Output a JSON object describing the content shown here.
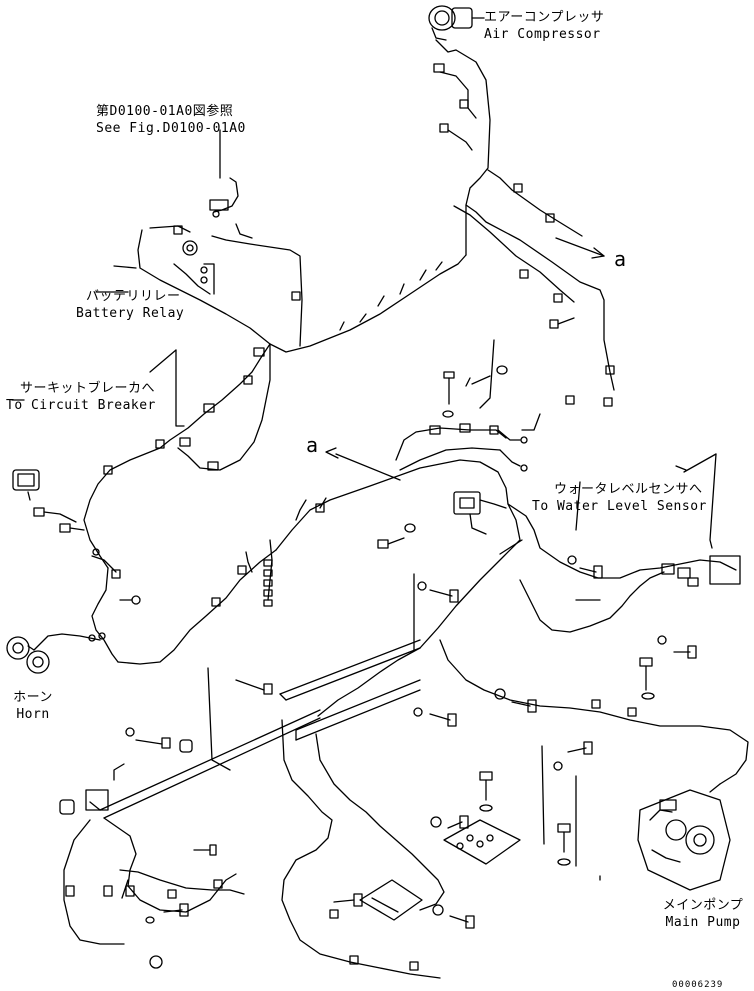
{
  "labels": {
    "air_compressor_jp": "エアーコンプレッサ",
    "air_compressor_en": "Air Compressor",
    "see_fig_jp": "第D0100-01A0図参照",
    "see_fig_en": "See Fig.D0100-01A0",
    "battery_relay_jp": "バッテリリレー",
    "battery_relay_en": "Battery Relay",
    "circuit_breaker_jp": "サーキットブレーカへ",
    "circuit_breaker_en": "To Circuit Breaker",
    "water_level_jp": "ウォータレベルセンサへ",
    "water_level_en": "To Water Level Sensor",
    "horn_jp": "ホーン",
    "horn_en": "Horn",
    "main_pump_jp": "メインポンプ",
    "main_pump_en": "Main Pump",
    "ref_a_upper": "a",
    "ref_a_lower": "a",
    "drawing_number": "00006239"
  }
}
